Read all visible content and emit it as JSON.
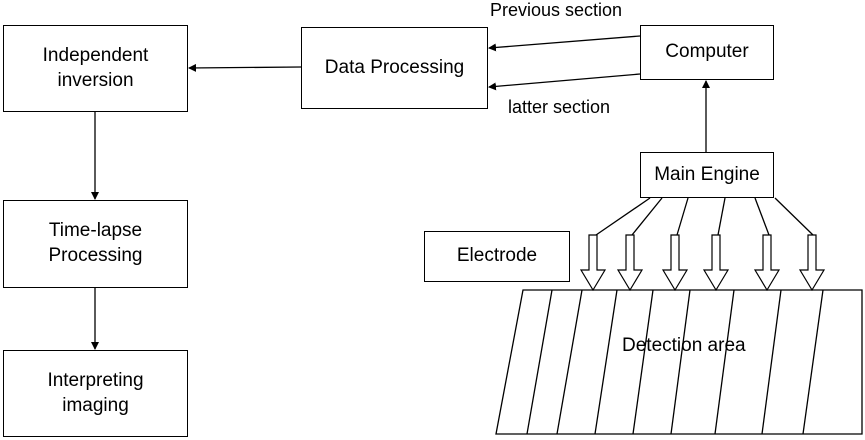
{
  "nodes": {
    "independent_inversion": [
      "Independent",
      "inversion"
    ],
    "data_processing": "Data Processing",
    "computer": "Computer",
    "main_engine": "Main Engine",
    "electrode": "Electrode",
    "time_lapse": [
      "Time-lapse",
      "Processing"
    ],
    "interpreting": [
      "Interpreting",
      "imaging"
    ]
  },
  "edge_labels": {
    "previous_section": "Previous section",
    "latter_section": "latter section"
  },
  "area_label": "Detection area"
}
